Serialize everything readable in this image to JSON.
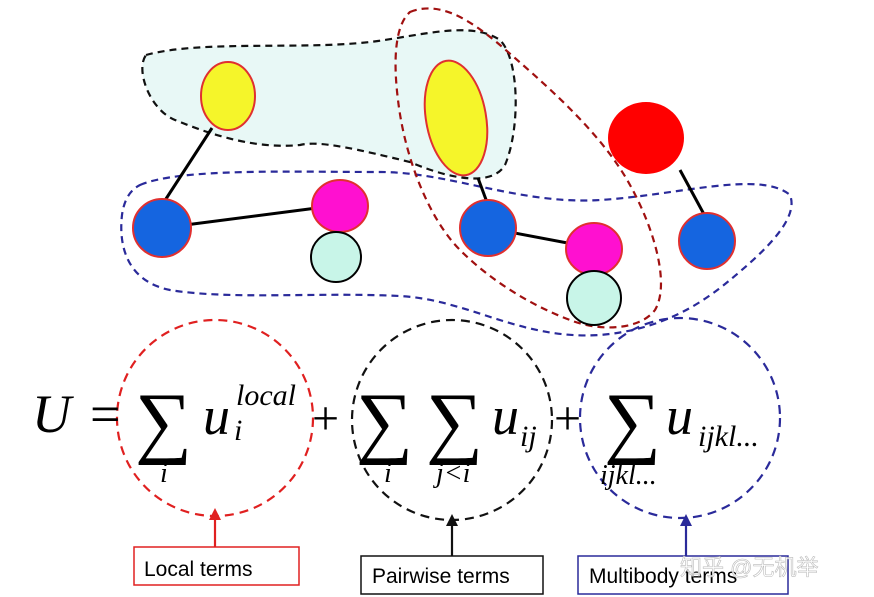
{
  "equation": {
    "lhs": "U",
    "equals": "=",
    "sum": "∑",
    "plus": "+",
    "local_base": "u",
    "local_sub": "i",
    "local_sup": "local",
    "local_index": "i",
    "pair_index_outer": "i",
    "pair_index_inner": "j<i",
    "pair_base": "u",
    "pair_sub": "ij",
    "multi_index": "ijkl...",
    "multi_base": "u",
    "multi_sub": "ijkl..."
  },
  "labels": {
    "local": "Local terms",
    "pairwise": "Pairwise terms",
    "multibody": "Multibody terms"
  },
  "watermark": "知乎 @无机举",
  "colors": {
    "local_term": "#e02020",
    "pairwise_term": "#111111",
    "multibody_term": "#2a2a9a",
    "node_blue": "#1565e0",
    "node_yellow": "#f5f52a",
    "node_magenta": "#ff10d0",
    "node_red": "#ff0000",
    "node_mint": "#c8f5e8",
    "local_region_fill": "#e8f8f6"
  }
}
